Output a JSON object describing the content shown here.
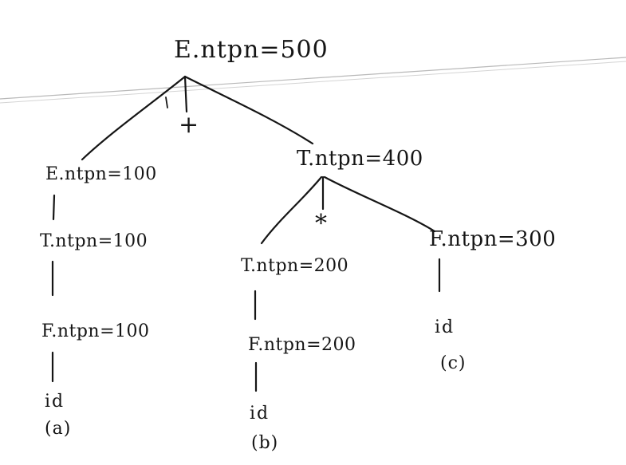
{
  "tree": {
    "root": "E.ntpn=500",
    "plus": "+",
    "left": {
      "e": "E.ntpn=100",
      "t": "T.ntpn=100",
      "f": "F.ntpn=100",
      "leaf": "id",
      "mark": "(a)"
    },
    "right": {
      "t": "T.ntpn=400",
      "star": "*",
      "t2": "T.ntpn=200",
      "f2": "F.ntpn=200",
      "leaf2": "id",
      "mark2": "(b)",
      "f3": "F.ntpn=300",
      "leaf3": "id",
      "mark3": "(c)"
    }
  }
}
